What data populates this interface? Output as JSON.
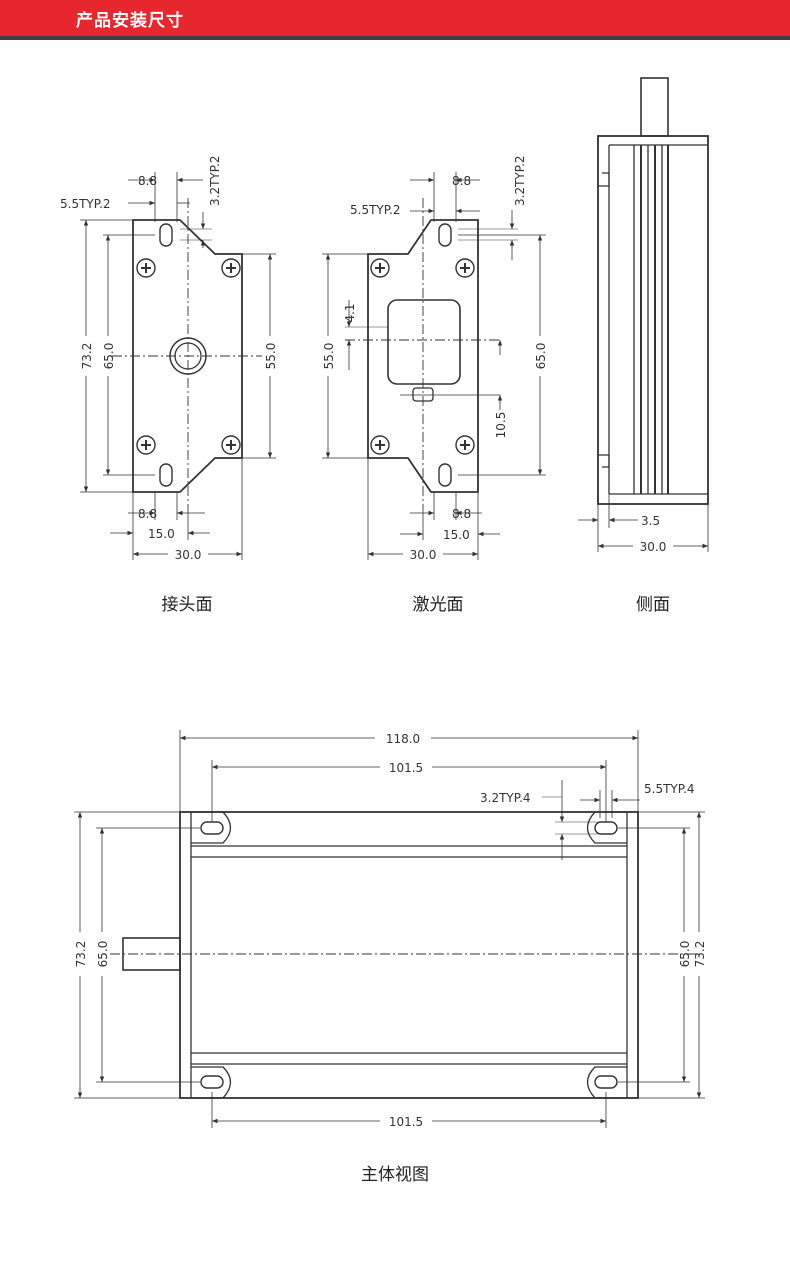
{
  "header": {
    "title": "产品安装尺寸",
    "bar_color": "#e8262d",
    "underline_color": "#404040"
  },
  "views": {
    "connector": {
      "caption": "接头面",
      "dims": {
        "d1": "8.8",
        "d2": "3.2TYP.2",
        "d3": "5.5TYP.2",
        "d4": "73.2",
        "d5": "65.0",
        "d6": "55.0",
        "d7": "8.8",
        "d8": "15.0",
        "d9": "30.0"
      }
    },
    "laser": {
      "caption": "激光面",
      "dims": {
        "d1": "8.8",
        "d2": "5.5TYP.2",
        "d3": "3.2TYP.2",
        "d4": "4.1",
        "d5": "55.0",
        "d6": "65.0",
        "d7": "10.5",
        "d8": "8.8",
        "d9": "15.0",
        "d10": "30.0"
      }
    },
    "side": {
      "caption": "侧面",
      "dims": {
        "d1": "3.5",
        "d2": "30.0"
      }
    },
    "main": {
      "caption": "主体视图",
      "dims": {
        "d1": "118.0",
        "d2": "101.5",
        "d3": "3.2TYP.4",
        "d4": "5.5TYP.4",
        "d5": "73.2",
        "d6": "65.0",
        "d7": "65.0",
        "d8": "73.2",
        "d9": "101.5"
      }
    }
  }
}
